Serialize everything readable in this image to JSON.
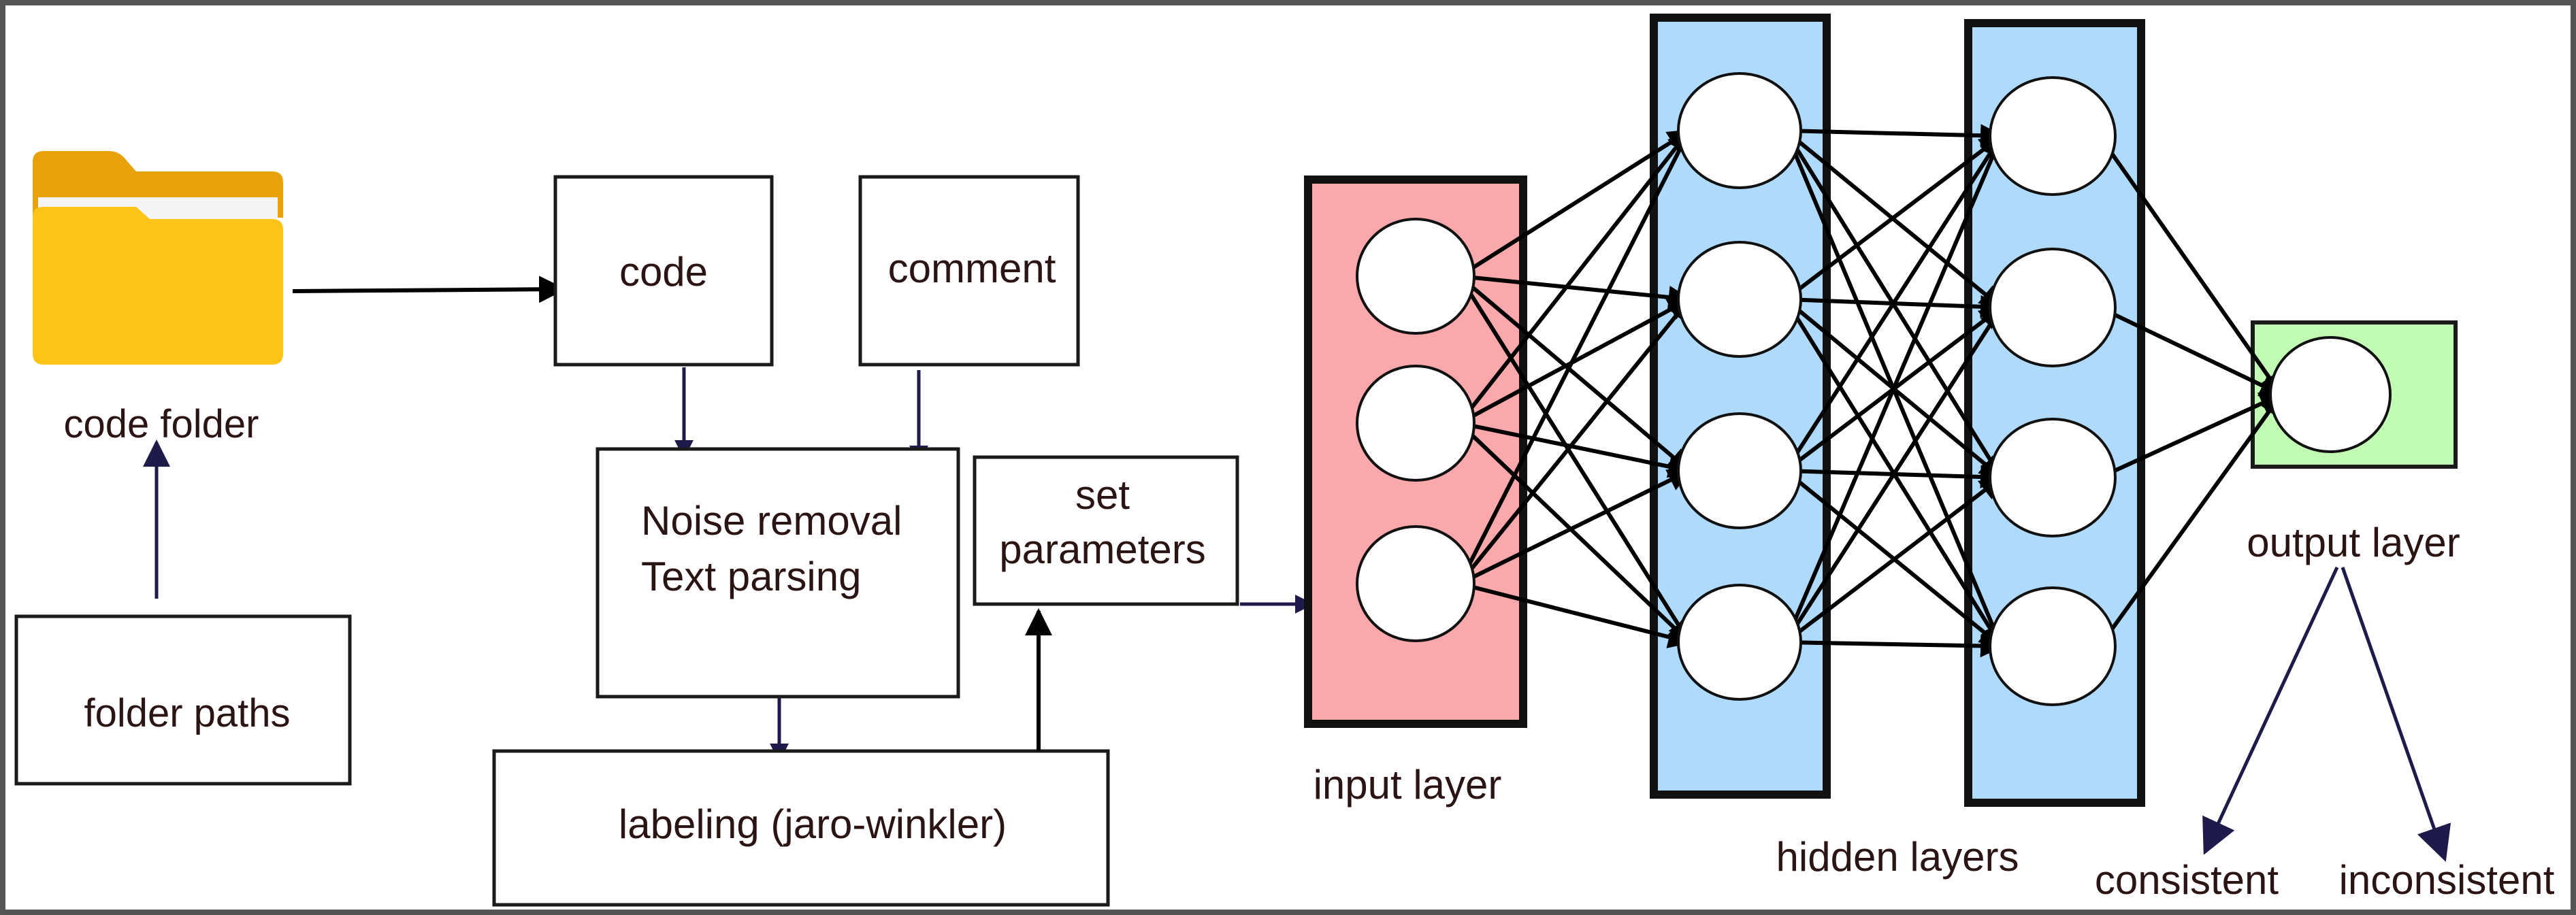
{
  "labels": {
    "code_folder": "code folder",
    "folder_paths": "folder paths",
    "code": "code",
    "comment": "comment",
    "noise_removal": "Noise removal",
    "text_parsing": "Text parsing",
    "set": "set",
    "parameters": "parameters",
    "labeling": "labeling (jaro-winkler)",
    "input_layer": "input layer",
    "hidden_layers": "hidden layers",
    "output_layer": "output layer",
    "consistent": "consistent",
    "inconsistent": "inconsistent"
  },
  "colors": {
    "input_layer_fill": "#f9a8ab",
    "hidden_layer_fill": "#b0dafc",
    "output_layer_fill": "#c2fcb4",
    "folder_fill": "#fcc419",
    "folder_tab": "#e8a30a",
    "flow_arrow": "#1e1b4b"
  },
  "icons": {
    "folder": "folder-icon"
  },
  "network": {
    "input_nodes": 3,
    "hidden_layer_1_nodes": 4,
    "hidden_layer_2_nodes": 4,
    "output_nodes": 1
  }
}
